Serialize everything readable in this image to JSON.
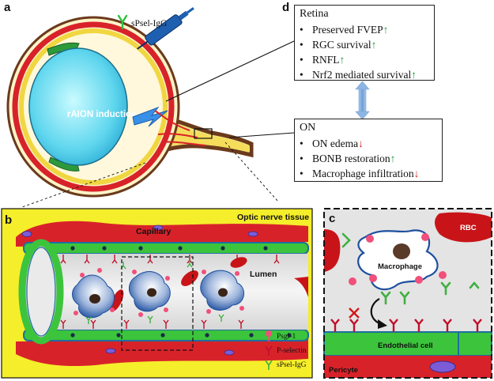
{
  "panels": {
    "a": "a",
    "b": "b",
    "c": "c",
    "d": "d"
  },
  "eye": {
    "induction_label": "rAION induction",
    "injection_label": "sPsel-IgG"
  },
  "retina_box": {
    "title": "Retina",
    "items": [
      {
        "text": "Preserved FVEP",
        "arrow": "up"
      },
      {
        "text": "RGC survival",
        "arrow": "up"
      },
      {
        "text": "RNFL",
        "arrow": "up"
      },
      {
        "text": "Nrf2 mediated survival",
        "arrow": "up"
      }
    ]
  },
  "on_box": {
    "title": "ON",
    "items": [
      {
        "text": "ON edema",
        "arrow": "down"
      },
      {
        "text": "BONB restoration",
        "arrow": "up"
      },
      {
        "text": "Macrophage infiltration",
        "arrow": "down"
      }
    ]
  },
  "panel_b": {
    "tissue_label": "Optic nerve tissue",
    "capillary_label": "Capillary",
    "lumen_label": "Lumen",
    "legend": [
      {
        "text": "Psgl-1",
        "color": "#f0507a"
      },
      {
        "text": "P-selectin",
        "color": "#c0102a"
      },
      {
        "text": "sPsel-IgG",
        "color": "#40b040"
      }
    ]
  },
  "panel_c": {
    "rbc_label": "RBC",
    "macrophage_label": "Macrophage",
    "endothelial_label": "Endothelial cell",
    "pericyte_label": "Pericyte"
  },
  "arrow_symbols": {
    "up": "🡑",
    "down": "🡓"
  },
  "colors": {
    "tissue_yellow": "#f5ee2a",
    "vessel_red": "#d8222a",
    "endothelium_green": "#3cc43c",
    "lumen_gray": "#ececec",
    "macrophage_blue": "#2a5ca8",
    "syringe_blue": "#1f5fb0",
    "connector_blue": "#8fb6e2"
  }
}
